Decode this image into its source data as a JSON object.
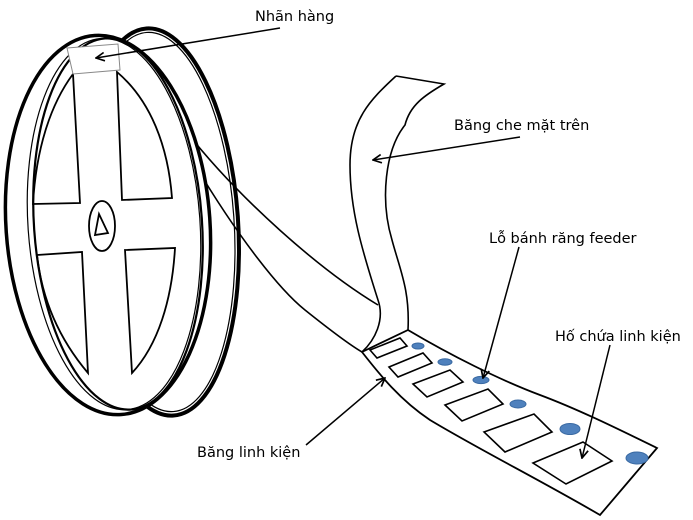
{
  "title": "Cuộn băng linh kiện SMD (reel)",
  "labels": {
    "product_label": "Nhãn hàng",
    "cover_tape": "Băng che mặt trên",
    "sprocket_hole": "Lỗ bánh răng feeder",
    "component_pocket": "Hố chứa linh kiện",
    "carrier_tape": "Băng linh kiện"
  },
  "colors": {
    "line": "#000000",
    "sprocket_hole_fill": "#4f81bd",
    "sprocket_hole_stroke": "#3a6aa3",
    "background": "#ffffff"
  },
  "counts": {
    "pockets_visible": 6,
    "sprocket_holes_visible": 6,
    "reel_windows": 4
  }
}
